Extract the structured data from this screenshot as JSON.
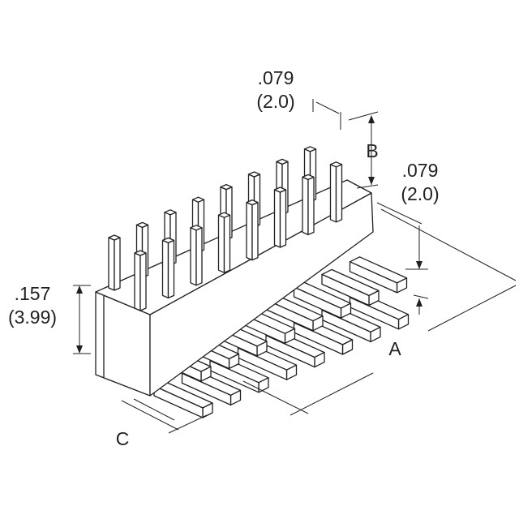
{
  "dimensions": {
    "pitch_top": {
      "inch": ".079",
      "mm": "(2.0)"
    },
    "row_pitch": {
      "inch": ".079",
      "mm": "(2.0)"
    },
    "height": {
      "inch": ".157",
      "mm": "(3.99)"
    },
    "label_a": "A",
    "label_b": "B",
    "label_c": "C"
  },
  "pins_per_row": 8,
  "rows": 2
}
